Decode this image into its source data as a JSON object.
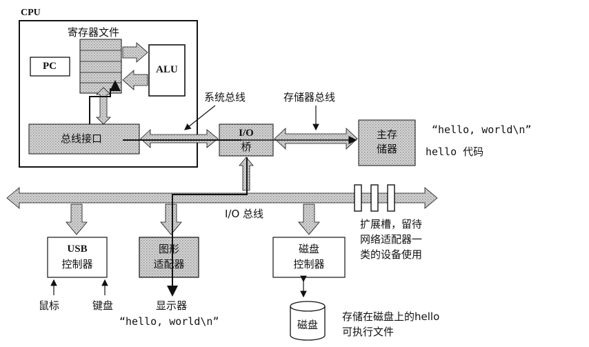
{
  "cpu": {
    "title": "CPU",
    "register_file": "寄存器文件",
    "pc": "PC",
    "alu": "ALU",
    "bus_interface": "总线接口"
  },
  "buses": {
    "system_bus": "系统总线",
    "memory_bus": "存储器总线",
    "io_bus": "I/O 总线"
  },
  "io_bridge": {
    "line1": "I/O",
    "line2": "桥"
  },
  "main_memory": {
    "line1": "主存",
    "line2": "储器"
  },
  "memory_content": {
    "string": "“hello, world\\n”",
    "code": "hello 代码"
  },
  "expansion": {
    "line1": "扩展槽，留待",
    "line2": "网络适配器一",
    "line3": "类的设备使用"
  },
  "usb": {
    "line1": "USB",
    "line2": "控制器",
    "mouse": "鼠标",
    "keyboard": "键盘"
  },
  "graphics": {
    "line1": "图形",
    "line2": "适配器",
    "display": "显示器",
    "display_output": "“hello, world\\n”"
  },
  "disk_ctrl": {
    "line1": "磁盘",
    "line2": "控制器"
  },
  "disk": {
    "label": "磁盘",
    "note_line1": "存储在磁盘上的hello",
    "note_line2": "可执行文件"
  }
}
